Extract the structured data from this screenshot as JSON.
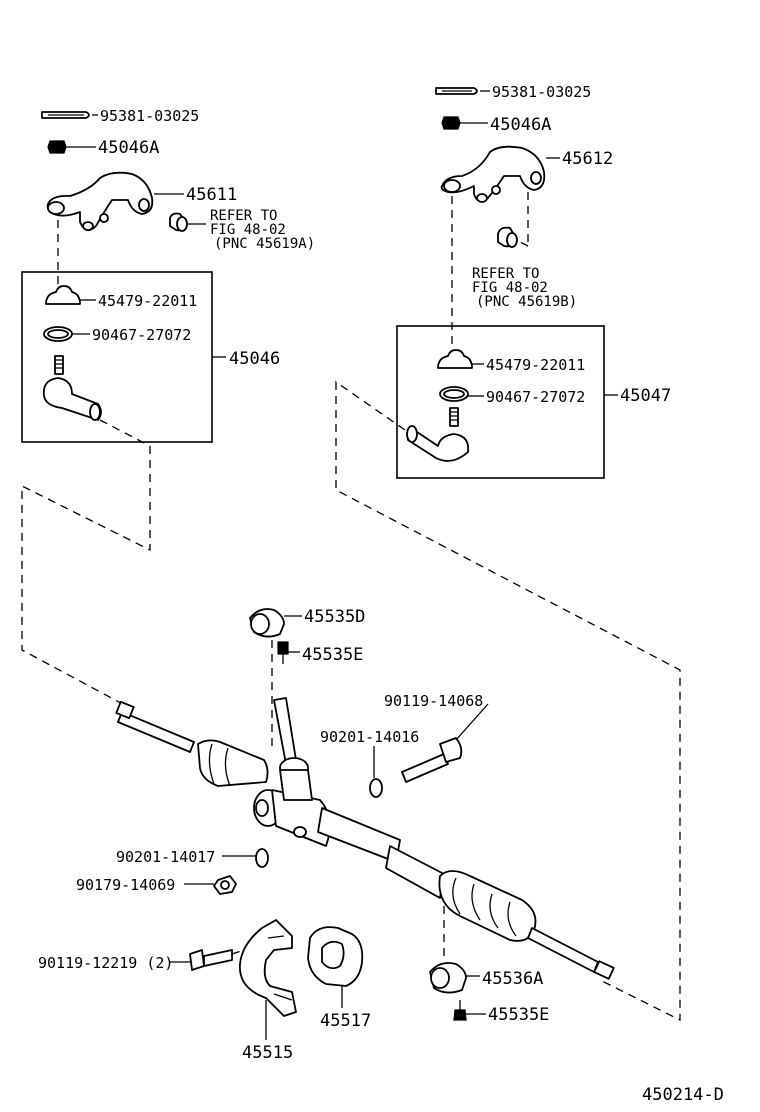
{
  "labels": {
    "l_95381_03025_a": "95381-03025",
    "l_45046A_a": "45046A",
    "l_45611": "45611",
    "l_refer_a1": "REFER TO",
    "l_refer_a2": "FIG 48-02",
    "l_refer_a3": "(PNC 45619A)",
    "l_45479_22011_a": "45479-22011",
    "l_90467_27072_a": "90467-27072",
    "l_45046": "45046",
    "l_95381_03025_b": "95381-03025",
    "l_45046A_b": "45046A",
    "l_45612": "45612",
    "l_refer_b1": "REFER TO",
    "l_refer_b2": "FIG 48-02",
    "l_refer_b3": "(PNC 45619B)",
    "l_45479_22011_b": "45479-22011",
    "l_90467_27072_b": "90467-27072",
    "l_45047": "45047",
    "l_45535D": "45535D",
    "l_45535E_a": "45535E",
    "l_90119_14068": "90119-14068",
    "l_90201_14016": "90201-14016",
    "l_90201_14017": "90201-14017",
    "l_90179_14069": "90179-14069",
    "l_90119_12219": "90119-12219 (2)",
    "l_45536A": "45536A",
    "l_45535E_b": "45535E",
    "l_45517": "45517",
    "l_45515": "45515",
    "l_drawing_no": "450214-D"
  }
}
